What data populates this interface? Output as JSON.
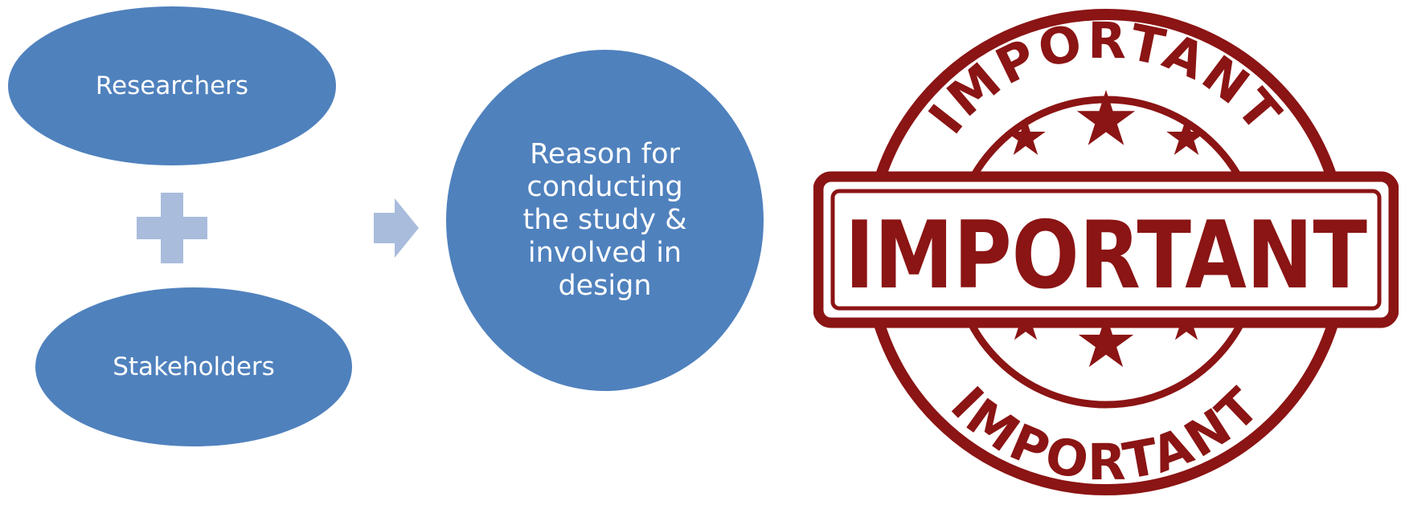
{
  "diagram": {
    "left_top_node": "Researchers",
    "left_bottom_node": "Stakeholders",
    "combine_icon": "plus-icon",
    "result_icon": "arrow-right-icon",
    "result_node": "Reason for conducting the study & involved in design"
  },
  "stamp": {
    "icon": "important-stamp-icon",
    "top_arc_text": "IMPORTANT",
    "banner_text": "IMPORTANT",
    "bottom_arc_text": "IMPORTANT",
    "stars": 6
  },
  "colors": {
    "node_fill": "#4f81bd",
    "node_text": "#ffffff",
    "connector": "#a9bcdc",
    "stamp_ink": "#8b1414"
  }
}
